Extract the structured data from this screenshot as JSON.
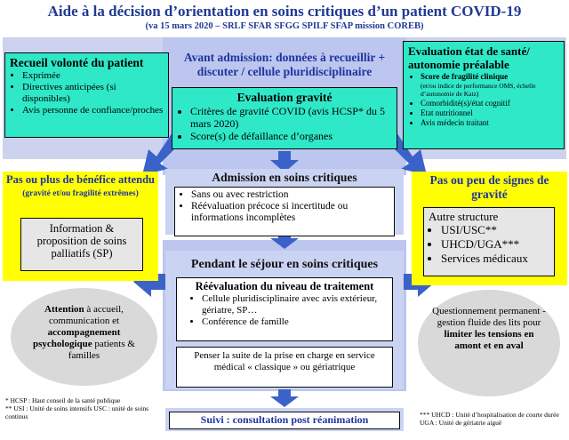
{
  "header": {
    "title": "Aide à la décision d’orientation en soins critiques d’un patient COVID-19",
    "subtitle": "(va 15 mars 2020 – SRLF SFAR SFGG SPILF SFAP mission COREB)"
  },
  "recueil": {
    "title": "Recueil volonté du patient",
    "items": [
      "Exprimée",
      "Directives anticipées (si disponibles)",
      "Avis personne de confiance/proches"
    ]
  },
  "avant": {
    "text": "Avant admission: données à recueillir + discuter / cellule pluridisciplinaire"
  },
  "gravite": {
    "title": "Evaluation gravité",
    "items": [
      "Critères de gravité COVID (avis HCSP* du 5 mars 2020)",
      "Score(s) de défaillance d’organes"
    ]
  },
  "etat": {
    "title": "Evaluation état de santé/ autonomie préalable",
    "item1_title": "Score de fragilité clinique",
    "item1_detail": "(et/ou indice de performance OMS, échelle d’autonomie de Katz)",
    "items": [
      "Comorbidité(s)/état cognitif",
      "Etat nutritionnel",
      "Avis médecin traitant"
    ]
  },
  "pas_benefice": {
    "title": "Pas ou plus de bénéfice attendu",
    "detail": "(gravité et/ou fragilité extrêmes)",
    "box": "Information & proposition de soins palliatifs (SP)"
  },
  "admission": {
    "title": "Admission en soins critiques",
    "items": [
      "Sans ou avec restriction",
      "Réévaluation précoce si incertitude ou informations incomplètes"
    ]
  },
  "pas_gravite": {
    "title": "Pas ou peu de signes de gravité",
    "box_title": "Autre structure",
    "items": [
      "USI/USC**",
      "UHCD/UGA***",
      "Services médicaux"
    ]
  },
  "sejour": {
    "title": "Pendant le séjour en soins critiques",
    "box_title": "Réévaluation du niveau de traitement",
    "items": [
      "Cellule pluridisciplinaire avec avis extérieur, gériatre, SP…",
      "Conférence de famille"
    ],
    "suite": "Penser la suite de la prise en charge en service médical « classique » ou gériatrique"
  },
  "attention": {
    "bold1": "Attention",
    "text1": " à accueil, communication et ",
    "bold2": "accompagnement psychologique",
    "text2": " patients & familles"
  },
  "questionnement": {
    "text": "Questionnement permanent - gestion fluide des lits pour",
    "bold": "limiter les tensions en amont et en aval"
  },
  "suivi": {
    "text": "Suivi : consultation post réanimation"
  },
  "notes": {
    "left1": "* HCSP : Haut conseil de la santé publique",
    "left2": "** USI : Unité de soins intensifs USC : unité de soins continus",
    "right": "*** UHCD : Unité d’hospitalisation de courte durée UGA : Unité de gériatrie aiguë"
  },
  "colors": {
    "teal": "#2ee8c8",
    "yellow": "#ffff00",
    "band": "#cdd2ef",
    "arrow": "#3a62c9",
    "title": "#1f3a93"
  }
}
